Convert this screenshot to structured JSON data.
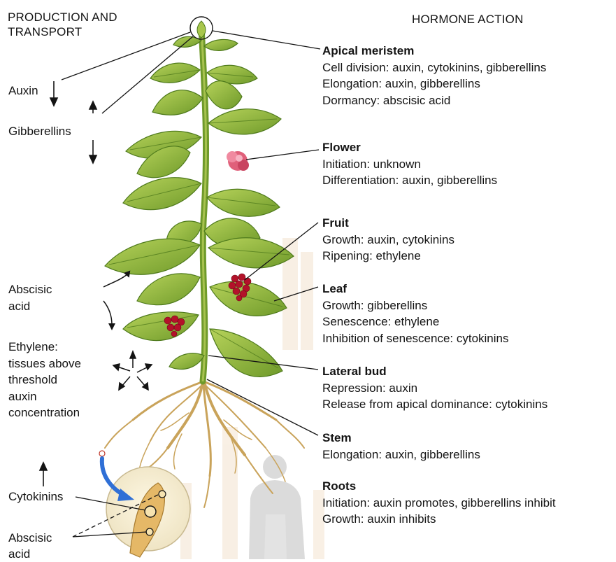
{
  "left_header": [
    "PRODUCTION AND",
    "TRANSPORT"
  ],
  "right_header": "HORMONE ACTION",
  "left_labels": {
    "auxin": "Auxin",
    "gibberellins": "Gibberellins",
    "abscisic_upper": [
      "Abscisic",
      "acid"
    ],
    "ethylene": [
      "Ethylene:",
      "tissues above",
      "threshold",
      "auxin",
      "concentration"
    ],
    "cytokinins": "Cytokinins",
    "abscisic_lower": [
      "Abscisic",
      "acid"
    ]
  },
  "sections": [
    {
      "title": "Apical meristem",
      "lines": [
        "Cell division: auxin, cytokinins, gibberellins",
        "Elongation: auxin, gibberellins",
        "Dormancy: abscisic acid"
      ]
    },
    {
      "title": "Flower",
      "lines": [
        "Initiation: unknown",
        "Differentiation: auxin, gibberellins"
      ]
    },
    {
      "title": "Fruit",
      "lines": [
        "Growth: auxin, cytokinins",
        "Ripening: ethylene"
      ]
    },
    {
      "title": "Leaf",
      "lines": [
        "Growth: gibberellins",
        "Senescence: ethylene",
        "Inhibition of senescence: cytokinins"
      ]
    },
    {
      "title": "Lateral bud",
      "lines": [
        "Repression: auxin",
        "Release from apical dominance: cytokinins"
      ]
    },
    {
      "title": "Stem",
      "lines": [
        "Elongation: auxin, gibberellins"
      ]
    },
    {
      "title": "Roots",
      "lines": [
        "Initiation: auxin promotes, gibberellins inhibit",
        "Growth: auxin inhibits"
      ]
    }
  ],
  "colors": {
    "leaf": "#8fb33a",
    "leaf_dark": "#5f8a24",
    "stem": "#6f9a2a",
    "root": "#c9a35a",
    "berry": "#b3122a",
    "flower": "#e0607a",
    "arrow_blue": "#2f6fd6",
    "text": "#141414"
  }
}
